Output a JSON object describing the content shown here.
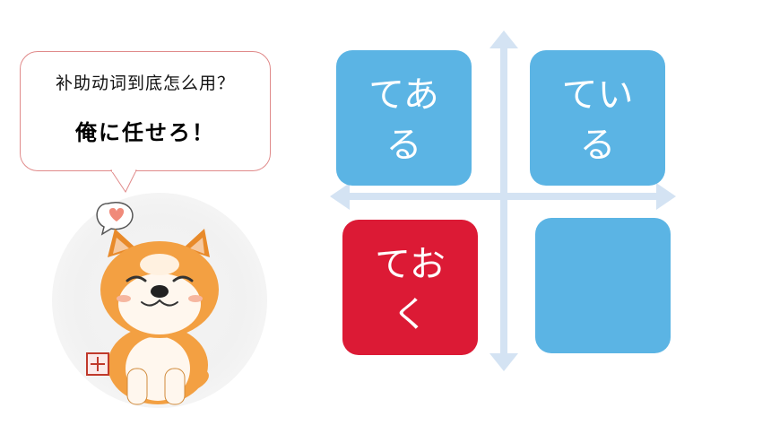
{
  "speech": {
    "line1": "补助动词到底怎么用？",
    "line2": "俺に任せろ！"
  },
  "tiles": {
    "top_left": {
      "line1": "てあ",
      "line2": "る"
    },
    "top_right": {
      "line1": "てい",
      "line2": "る"
    },
    "bottom_left": {
      "line1": "てお",
      "line2": "く"
    },
    "bottom_right": {
      "line1": "",
      "line2": ""
    }
  },
  "colors": {
    "tile_blue": "#5bb4e4",
    "tile_red": "#dc1a35",
    "arrow": "#d4e3f3",
    "bubble_border": "#e08a8a",
    "heart": "#f08a7a"
  },
  "icons": {
    "mascot": "shiba-dog-illustration",
    "heart": "heart-icon",
    "seal": "red-seal-stamp"
  }
}
